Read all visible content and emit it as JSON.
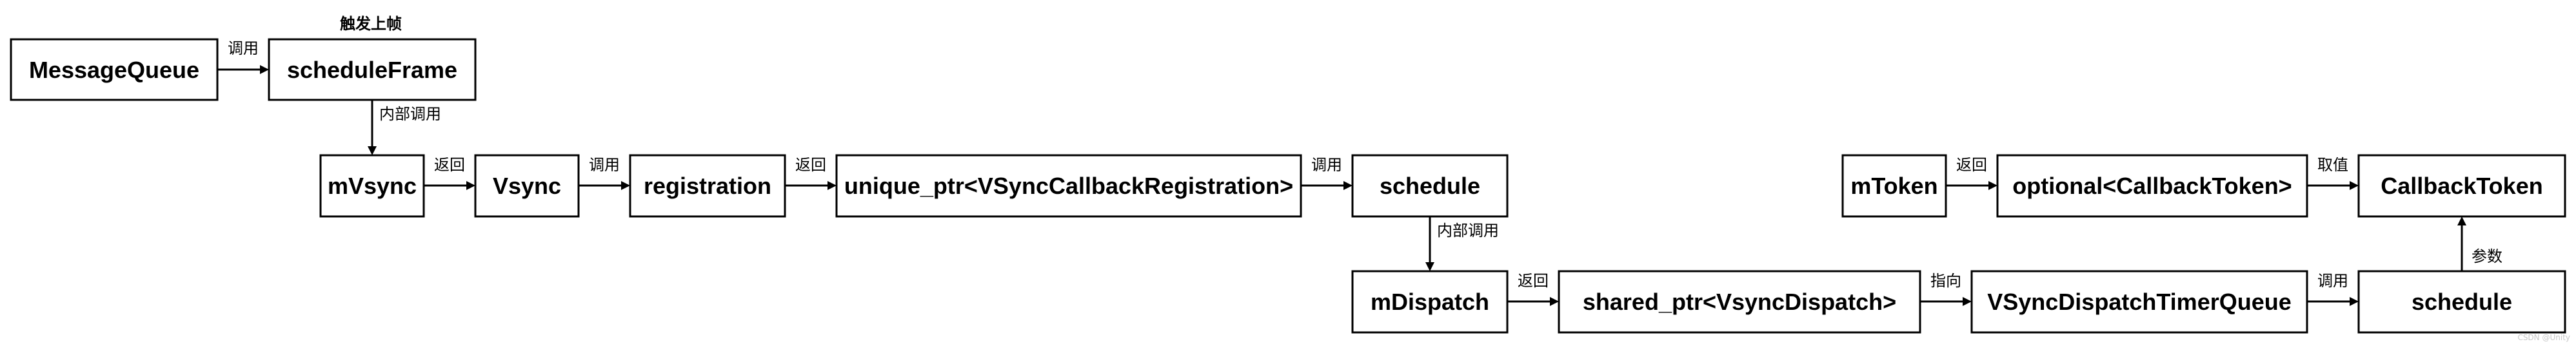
{
  "diagram": {
    "title": "触发上帧",
    "nodes": {
      "message_queue": "MessageQueue",
      "schedule_frame": "scheduleFrame",
      "m_vsync": "mVsync",
      "vsync": "Vsync",
      "registration": "registration",
      "unique_ptr": "unique_ptr<VSyncCallbackRegistration>",
      "schedule_top": "schedule",
      "m_token": "mToken",
      "optional_token": "optional<CallbackToken>",
      "callback_token": "CallbackToken",
      "m_dispatch": "mDispatch",
      "shared_ptr": "shared_ptr<VsyncDispatch>",
      "timer_queue": "VSyncDispatchTimerQueue",
      "schedule_bottom": "schedule"
    },
    "edge_labels": {
      "call": "调用",
      "internal_call": "内部调用",
      "return": "返回",
      "points_to": "指向",
      "take_value": "取值",
      "param": "参数"
    },
    "watermark": "CSDN @Unity"
  }
}
